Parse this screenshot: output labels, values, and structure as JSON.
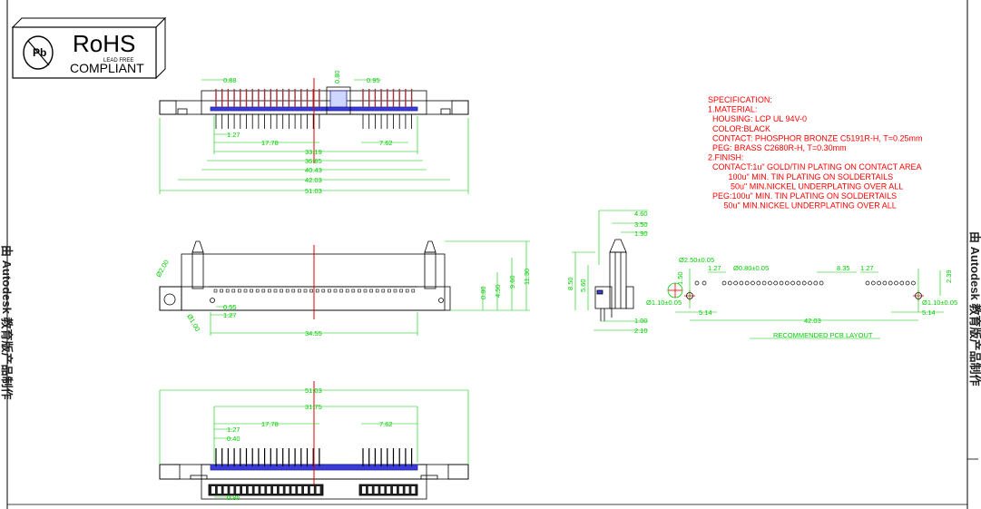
{
  "logo": {
    "rohs": "RoHS",
    "compliant": "COMPLIANT",
    "lead_free": "LEAD FREE",
    "mark": "Pb"
  },
  "specification": {
    "lines": [
      "SPECIFICATION:",
      "1.MATERIAL:",
      "  HOUSING: LCP UL 94V-0",
      "  COLOR:BLACK",
      "  CONTACT: PHOSPHOR BRONZE C5191R-H, T=0.25mm",
      "  PEG: BRASS C2680R-H, T=0.30mm",
      "2.FINISH:",
      "  CONTACT:1u\" GOLD/TIN PLATING ON CONTACT AREA",
      "         100u\" MIN. TIN PLATING ON SOLDERTAILS",
      "          50u\" MIN.NICKEL UNDERPLATING OVER ALL",
      "  PEG:100u\" MIN. TIN PLATING ON SOLDERTAILS",
      "       50u\" MIN.NICKEL UNDERPLATING OVER ALL"
    ]
  },
  "top_view": {
    "dims": [
      "0.88",
      "0.80",
      "0.95",
      "1.27",
      "17.78",
      "7.62",
      "33.19",
      "36.85",
      "40.43",
      "42.03",
      "51.03"
    ]
  },
  "front_view": {
    "dims": [
      "0.55",
      "1.27",
      "34.55",
      "0.80",
      "4.50",
      "9.60",
      "11.30"
    ],
    "diam": [
      "Ø2.00",
      "Ø1.00"
    ]
  },
  "side_view": {
    "dims": [
      "4.60",
      "3.50",
      "1.90",
      "8.50",
      "5.60",
      "1.00",
      "2.10"
    ]
  },
  "pcb_layout": {
    "title": "RECOMMENDED PCB LAYOUT",
    "dims": [
      "Ø2.50±0.05",
      "1.27",
      "Ø0.80±0.05",
      "8.35",
      "1.27",
      "2.39",
      "1.50",
      "Ø1.10±0.05",
      "Ø1.10±0.05",
      "5.14",
      "42.03",
      "5.14"
    ]
  },
  "bottom_view": {
    "dims": [
      "51.03",
      "31.75",
      "17.78",
      "7.62",
      "1.27",
      "0.40",
      "0.86"
    ]
  },
  "side_text": {
    "left": "由 Autodesk 教育版产品制作",
    "right": "由 Autodesk 教育版产品制作"
  }
}
